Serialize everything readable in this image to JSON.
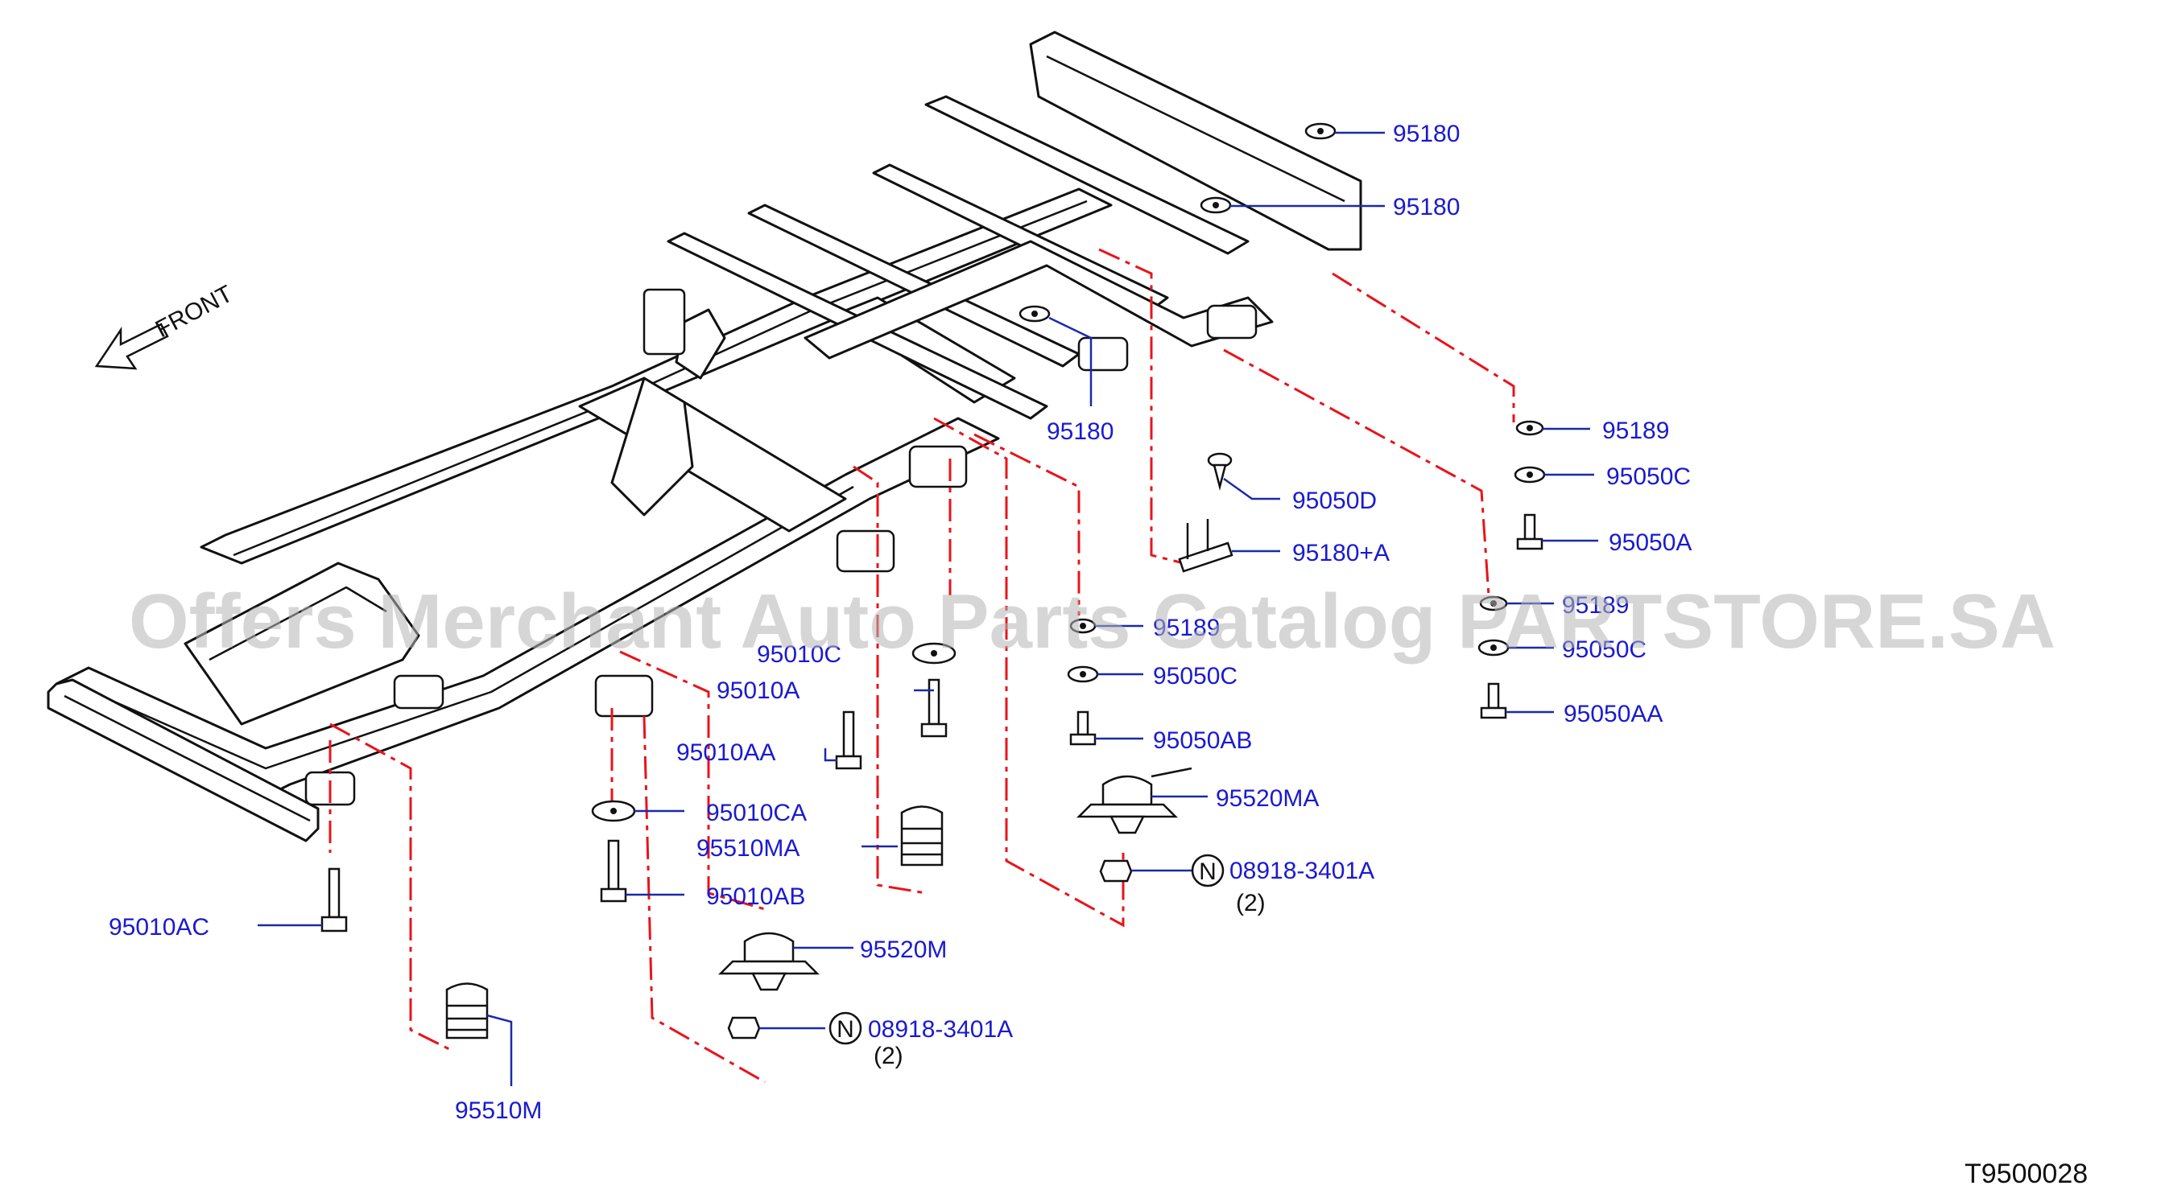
{
  "watermark": "Offers Merchant Auto Parts Catalog PARTSTORE.SA",
  "diagram_code": "T9500028",
  "front_label": "FRONT",
  "parts": {
    "p95180_a": "95180",
    "p95180_b": "95180",
    "p95180_c": "95180",
    "p95189_a": "95189",
    "p95050c_a": "95050C",
    "p95050a": "95050A",
    "p95189_b": "95189",
    "p95050c_b": "95050C",
    "p95050aa": "95050AA",
    "p95050d": "95050D",
    "p95180a": "95180+A",
    "p95189_c": "95189",
    "p95050c_c": "95050C",
    "p95050ab": "95050AB",
    "p95520ma": "95520MA",
    "p08918_a": "08918-3401A",
    "qty_a": "(2)",
    "p95010c": "95010C",
    "p95010a": "95010A",
    "p95010aa": "95010AA",
    "p95010ca": "95010CA",
    "p95510ma": "95510MA",
    "p95010ab": "95010AB",
    "p95520m": "95520M",
    "p08918_b": "08918-3401A",
    "qty_b": "(2)",
    "p95010ac": "95010AC",
    "p95510m": "95510M",
    "n_symbol": "N"
  }
}
